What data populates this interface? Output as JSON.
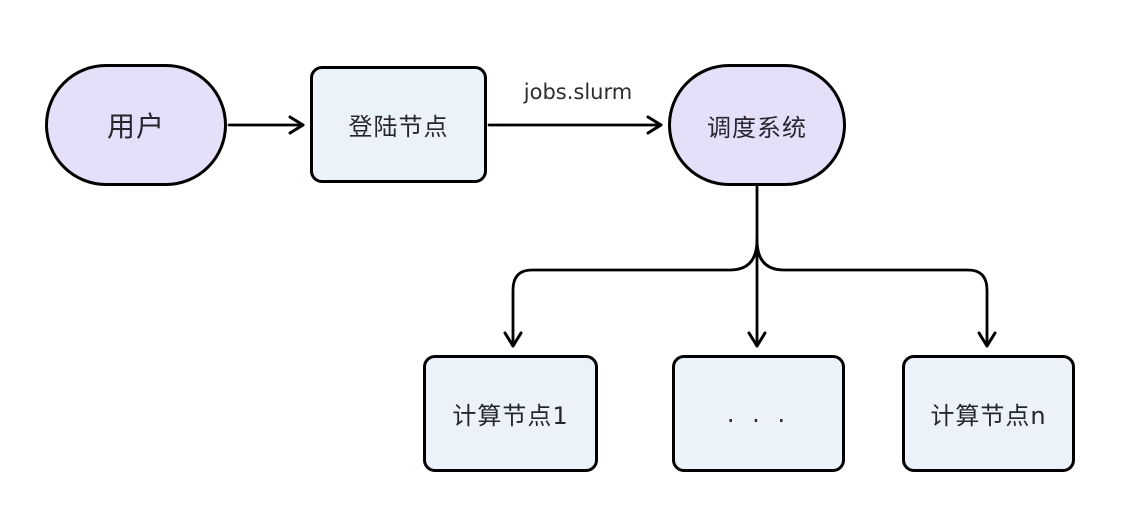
{
  "diagram": {
    "colors": {
      "background": "#ffffff",
      "stroke": "#000000",
      "stadium_fill": "#e6dff9",
      "rect_fill": "#ecf2fa",
      "text": "#26262e",
      "edge_label_text": "#2d2d2d"
    },
    "nodes": [
      {
        "id": "user",
        "label": "用户",
        "shape": "stadium"
      },
      {
        "id": "login",
        "label": "登陆节点",
        "shape": "rect"
      },
      {
        "id": "scheduler",
        "label": "调度系统",
        "shape": "stadium"
      },
      {
        "id": "compute1",
        "label": "计算节点1",
        "shape": "rect"
      },
      {
        "id": "dots",
        "label": ". . .",
        "shape": "rect"
      },
      {
        "id": "computeN",
        "label": "计算节点n",
        "shape": "rect"
      }
    ],
    "edges": [
      {
        "from": "user",
        "to": "login",
        "label": ""
      },
      {
        "from": "login",
        "to": "scheduler",
        "label": "jobs.slurm"
      },
      {
        "from": "scheduler",
        "to": "compute1",
        "label": ""
      },
      {
        "from": "scheduler",
        "to": "dots",
        "label": ""
      },
      {
        "from": "scheduler",
        "to": "computeN",
        "label": ""
      }
    ]
  }
}
